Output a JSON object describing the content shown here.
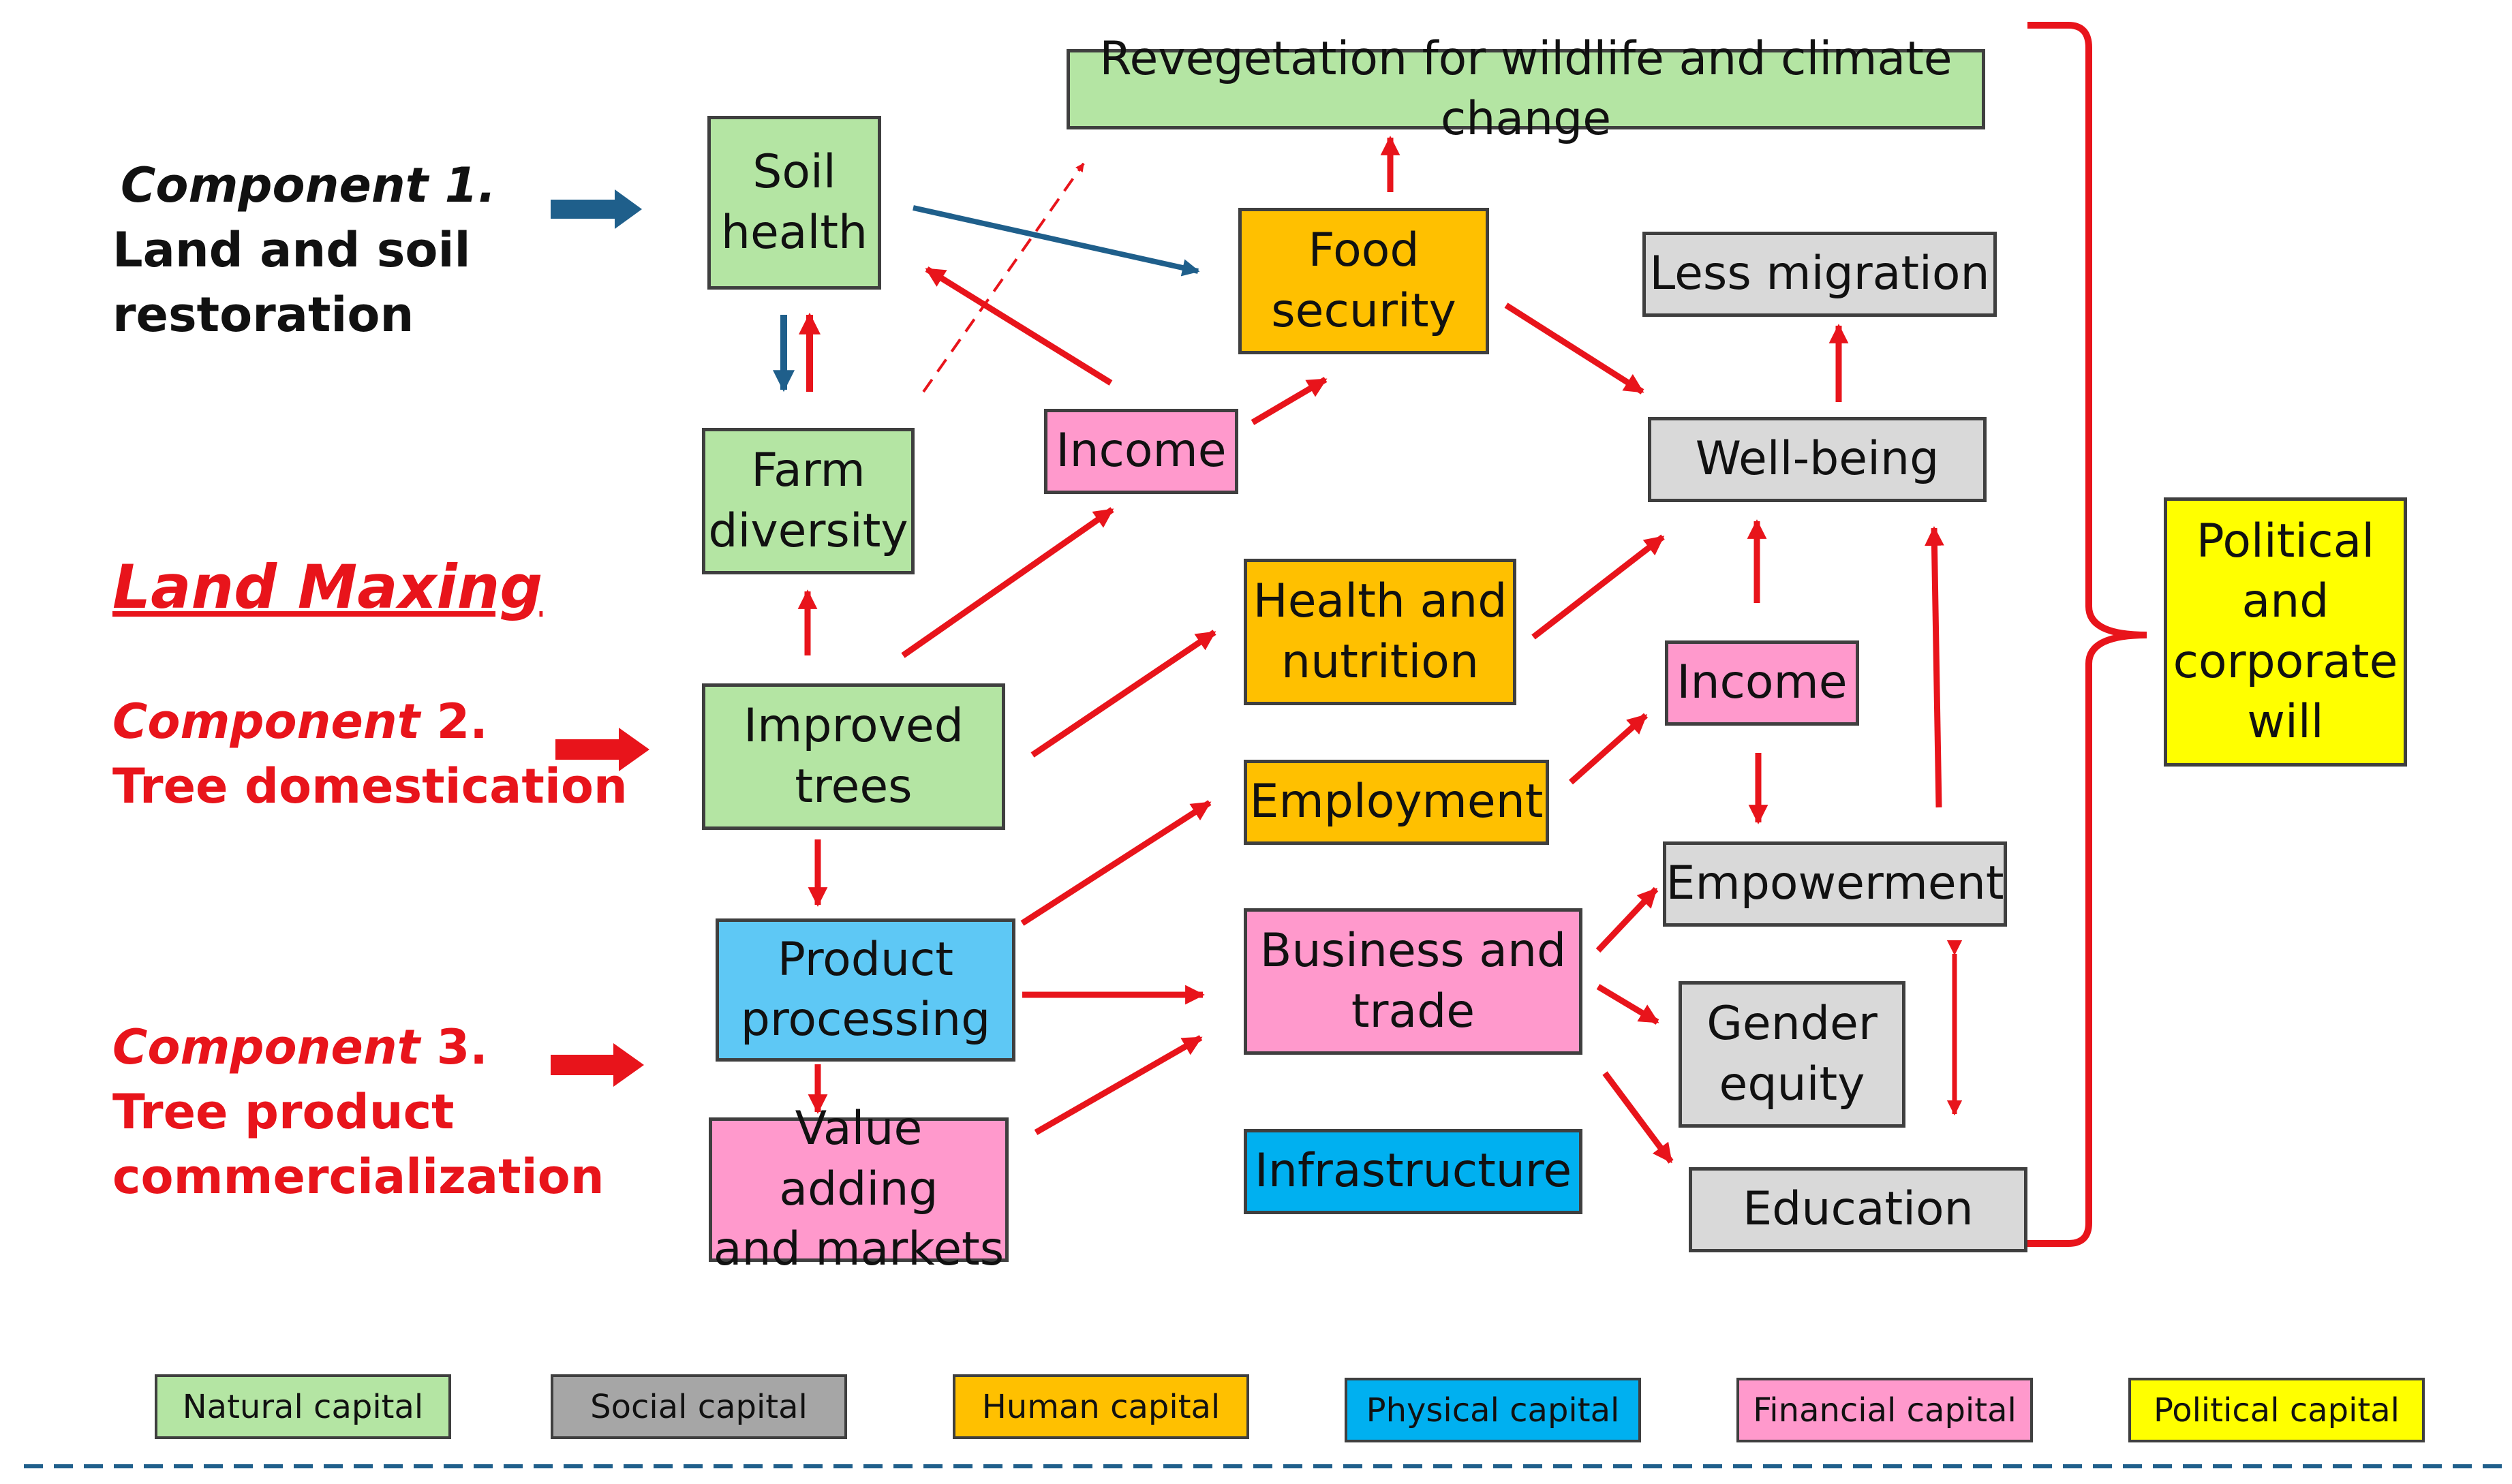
{
  "colors": {
    "natural": "#b4e5a3",
    "social": "#d9d9d9",
    "human": "#ffc000",
    "physical": "#00b0f0",
    "financial": "#ff99cc",
    "political": "#ffff00",
    "red": "#e8141b",
    "blue": "#1f5f8b"
  },
  "components": {
    "c1": {
      "title": "Component 1.",
      "line2": "Land and soil",
      "line3": "restoration"
    },
    "land_maxing": "Land Maxing",
    "c2": {
      "title_italic": "Component",
      "title_rest": " 2.",
      "line2": "Tree domestication"
    },
    "c3": {
      "title_italic": "Component",
      "title_rest": " 3.",
      "line2": "Tree product",
      "line3": "commercialization"
    }
  },
  "nodes": {
    "soil_health": [
      "Soil",
      "health"
    ],
    "farm_diversity": [
      "Farm",
      "diversity"
    ],
    "improved_trees": [
      "Improved",
      "trees"
    ],
    "product_processing": [
      "Product",
      "processing"
    ],
    "value_adding": [
      "Value adding",
      "and markets"
    ],
    "revegetation": [
      "Revegetation for wildlife and climate change"
    ],
    "food_security": [
      "Food",
      "security"
    ],
    "income_top": [
      "Income"
    ],
    "health_nutrition": [
      "Health and",
      "nutrition"
    ],
    "employment": [
      "Employment"
    ],
    "business_trade": [
      "Business and",
      "trade"
    ],
    "infrastructure": [
      "Infrastructure"
    ],
    "less_migration": [
      "Less migration"
    ],
    "well_being": [
      "Well-being"
    ],
    "income_right": [
      "Income"
    ],
    "empowerment": [
      "Empowerment"
    ],
    "gender_equity": [
      "Gender",
      "equity"
    ],
    "education": [
      "Education"
    ],
    "political_will": [
      "Political",
      "and",
      "corporate",
      "will"
    ]
  },
  "legend": {
    "natural": "Natural capital",
    "social": "Social capital",
    "human": "Human capital",
    "physical": "Physical capital",
    "financial": "Financial capital",
    "political": "Political capital"
  }
}
